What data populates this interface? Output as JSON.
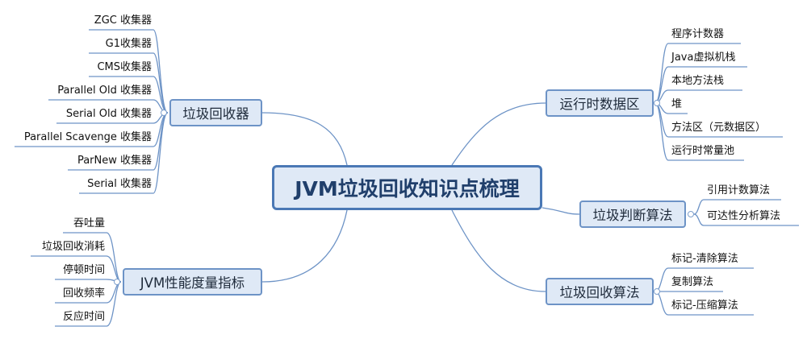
{
  "root": "JVM垃圾回收知识点梳理",
  "branches": {
    "gc": {
      "label": "垃圾回收器",
      "items": [
        "ZGC 收集器",
        "G1收集器",
        "CMS收集器",
        "Parallel Old 收集器",
        "Serial Old 收集器",
        "Parallel Scavenge 收集器",
        "ParNew 收集器",
        "Serial 收集器"
      ]
    },
    "metrics": {
      "label": "JVM性能度量指标",
      "items": [
        "吞吐量",
        "垃圾回收消耗",
        "停顿时间",
        "回收频率",
        "反应时间"
      ]
    },
    "runtime": {
      "label": "运行时数据区",
      "items": [
        "程序计数器",
        "Java虚拟机栈",
        "本地方法栈",
        "堆",
        "方法区（元数据区）",
        "运行时常量池"
      ]
    },
    "judge": {
      "label": "垃圾判断算法",
      "items": [
        "引用计数算法",
        "可达性分析算法"
      ]
    },
    "algo": {
      "label": "垃圾回收算法",
      "items": [
        "标记-清除算法",
        "复制算法",
        "标记-压缩算法"
      ]
    }
  }
}
